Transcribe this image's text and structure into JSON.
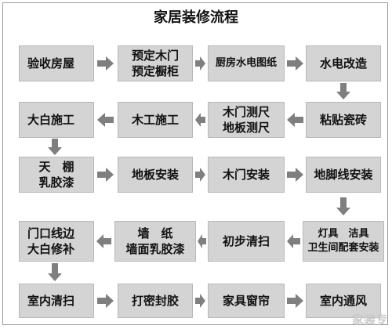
{
  "title": "家居装修流程",
  "colors": {
    "box_fill": "#d4d4d4",
    "arrow": "#7f7f7f",
    "text": "#111111"
  },
  "steps": [
    "验收房屋",
    "预定木门\n预定橱柜",
    "厨房水电图纸",
    "水电改造",
    "粘贴瓷砖",
    "木门测尺\n地板测尺",
    "木工施工",
    "大白施工",
    "天　棚\n乳胶漆",
    "地板安装",
    "木门安装",
    "地脚线安装",
    "灯具　洁具\n卫生间配套安装",
    "初步清扫",
    "墙　纸\n墙面乳胶漆",
    "门口线边\n大白修补",
    "室内清扫",
    "打密封胶",
    "家具窗帘",
    "室内通风"
  ],
  "watermark": "家装专"
}
